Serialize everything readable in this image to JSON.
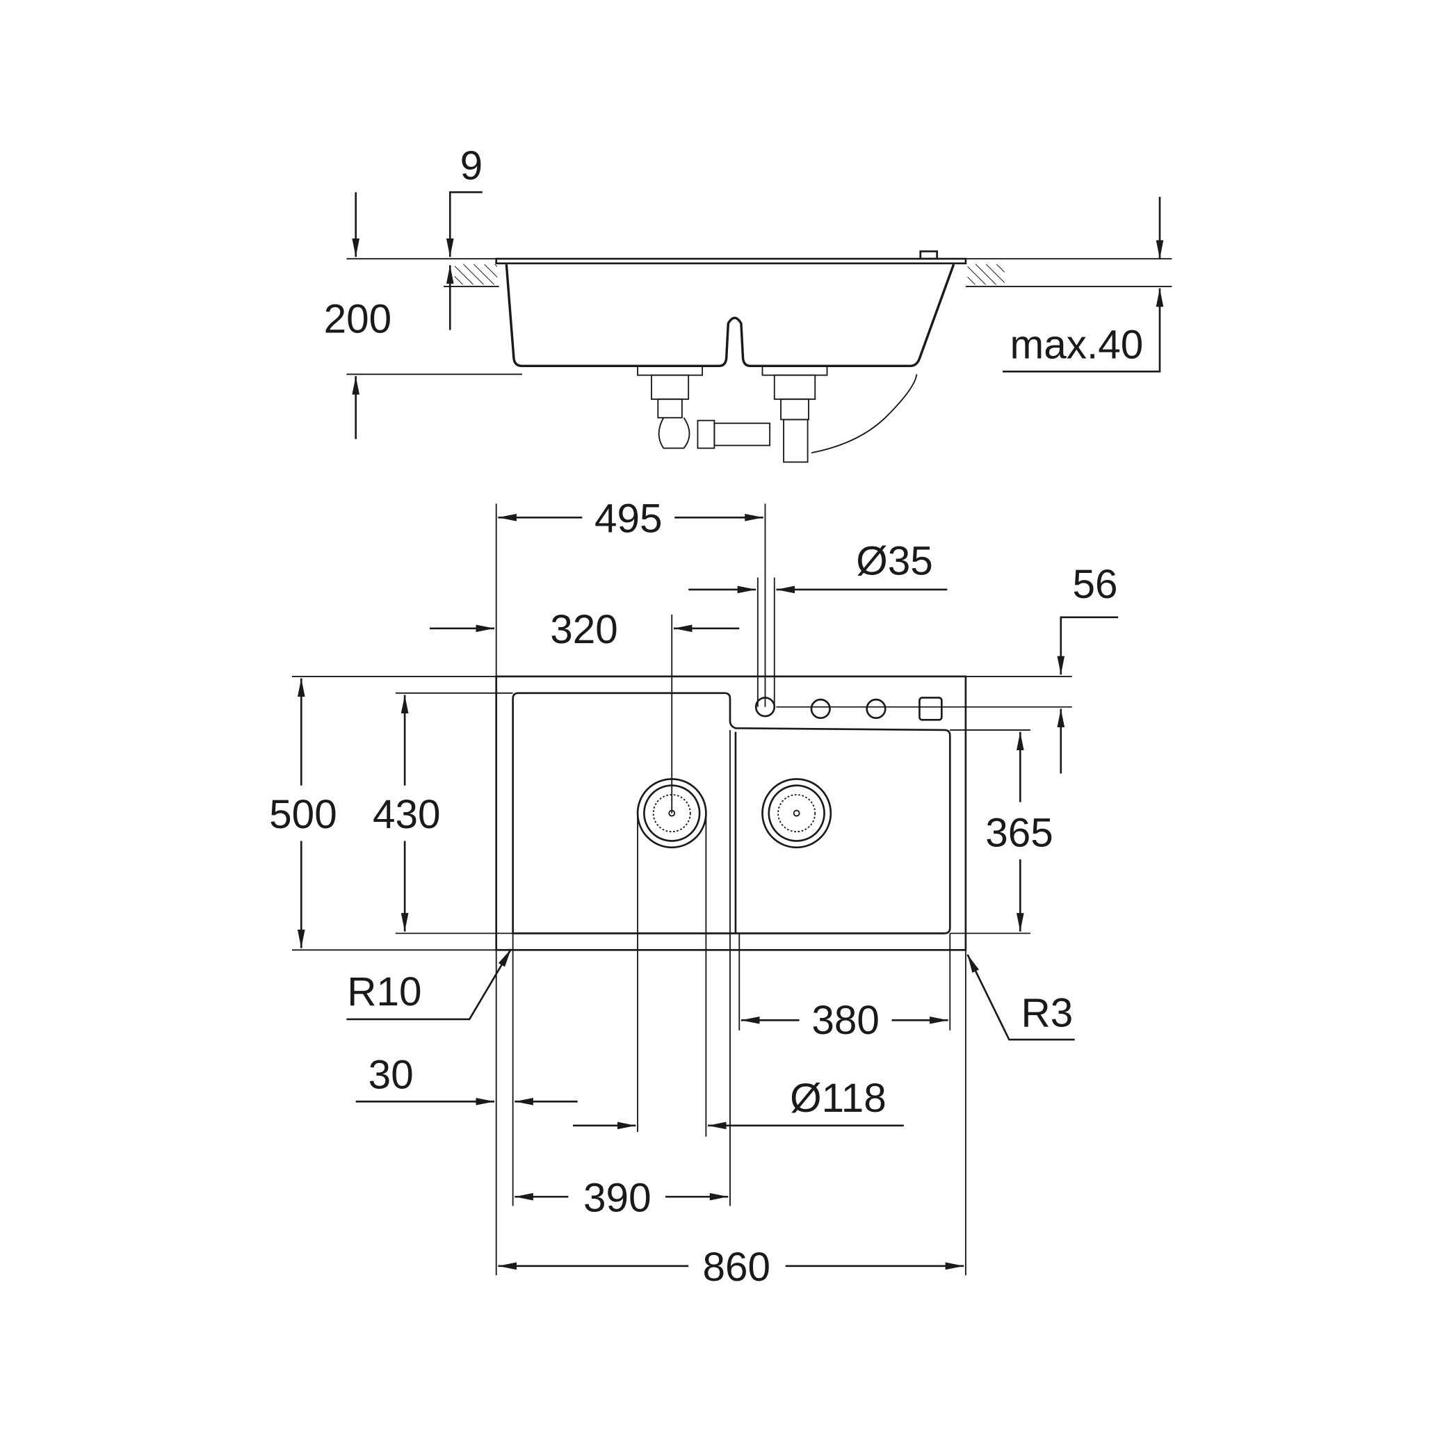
{
  "drawing": {
    "side_view": {
      "dim_height": "200",
      "dim_rim": "9",
      "dim_countertop": "max.40"
    },
    "plan_view": {
      "dim_tap_offset": "495",
      "dim_tap_hole": "Ø35",
      "dim_tap_edge": "56",
      "dim_drain_offset": "320",
      "dim_total_depth": "500",
      "dim_bowl_depth": "430",
      "dim_small_bowl_depth": "365",
      "dim_corner_radius_left": "R10",
      "dim_small_bowl_width": "380",
      "dim_corner_radius_right": "R3",
      "dim_edge": "30",
      "dim_drain_diameter": "Ø118",
      "dim_bowl_width": "390",
      "dim_total_width": "860"
    },
    "colors": {
      "line": "#1a1a1a",
      "background": "#ffffff"
    }
  }
}
